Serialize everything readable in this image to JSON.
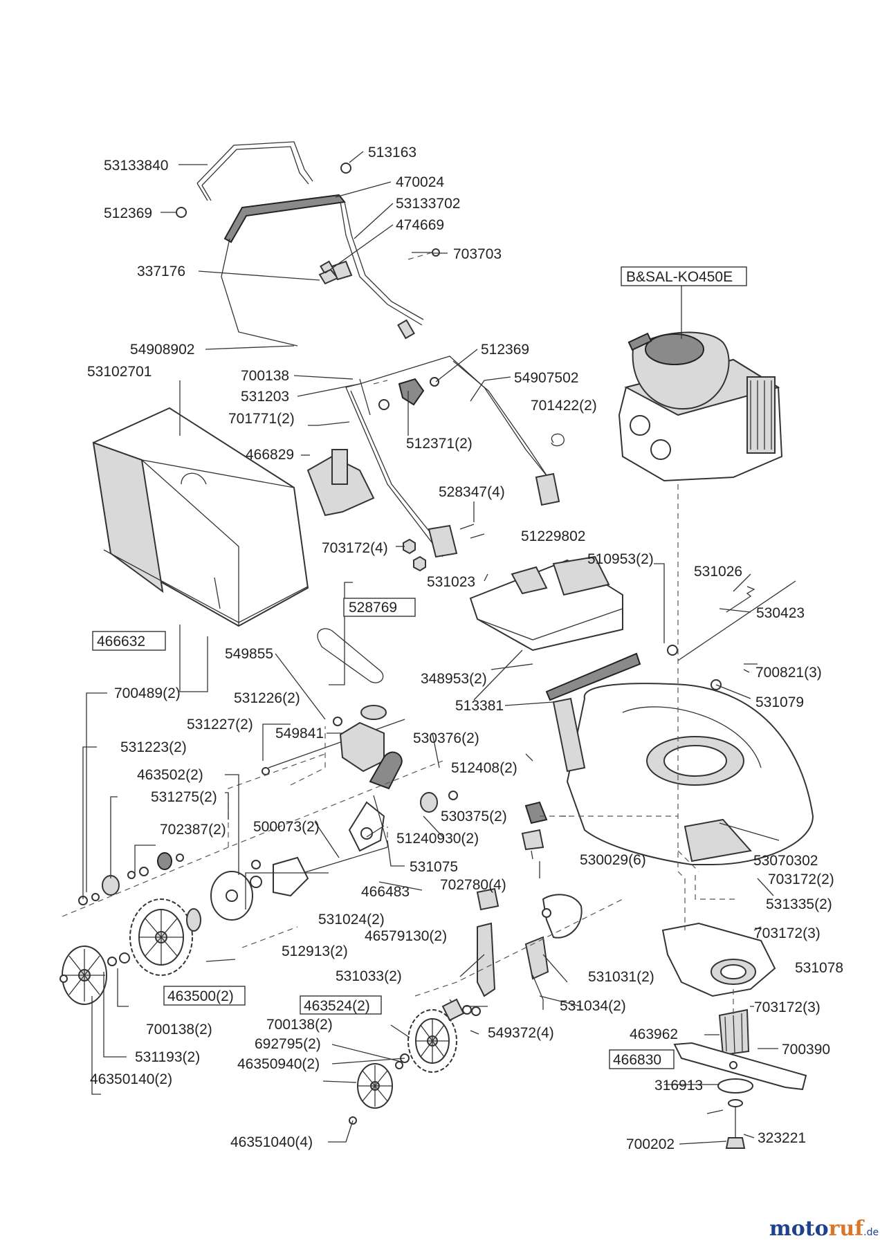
{
  "labels": {
    "l1": "53133840",
    "l2": "513163",
    "l3": "470024",
    "l4": "512369",
    "l5": "53133702",
    "l6": "474669",
    "l7": "703703",
    "l8": "337176",
    "l9": "B&SAL-KO450E",
    "l10": "54908902",
    "l11": "512369",
    "l12": "53102701",
    "l13": "700138",
    "l14": "54907502",
    "l15": "531203",
    "l16": "701422(2)",
    "l17": "701771(2)",
    "l18": "512371(2)",
    "l19": "466829",
    "l20": "528347(4)",
    "l21": "51229802",
    "l22": "703172(4)",
    "l23": "510953(2)",
    "l24": "531023",
    "l25": "531026",
    "l26": "528769",
    "l27": "530423",
    "l28": "466632",
    "l29": "549855",
    "l30": "700821(3)",
    "l31": "348953(2)",
    "l32": "700489(2)",
    "l33": "531079",
    "l34": "531226(2)",
    "l35": "513381",
    "l36": "531227(2)",
    "l37": "549841",
    "l38": "530376(2)",
    "l39": "531223(2)",
    "l40": "463502(2)",
    "l41": "512408(2)",
    "l42": "531275(2)",
    "l43": "500073(2)",
    "l44": "530375(2)",
    "l45": "702387(2)",
    "l46": "51240930(2)",
    "l47": "530029(6)",
    "l48": "531075",
    "l49": "53070302",
    "l50": "703172(2)",
    "l51": "702780(4)",
    "l52": "466483",
    "l53": "531335(2)",
    "l54": "531024(2)",
    "l55": "46579130(2)",
    "l56": "703172(3)",
    "l57": "512913(2)",
    "l58": "531078",
    "l59": "531031(2)",
    "l60": "531033(2)",
    "l61": "463500(2)",
    "l62": "463524(2)",
    "l63": "531034(2)",
    "l64": "703172(3)",
    "l65": "700138(2)",
    "l66": "700138(2)",
    "l67": "549372(4)",
    "l68": "463962",
    "l69": "692795(2)",
    "l70": "700390",
    "l71": "531193(2)",
    "l72": "46350940(2)",
    "l73": "466830",
    "l74": "46350140(2)",
    "l75": "316913",
    "l76": "46351040(4)",
    "l77": "700202",
    "l78": "323221"
  },
  "watermark": {
    "brand_a": "moto",
    "brand_b": "ruf",
    "suffix": ".de"
  },
  "colors": {
    "brand_blue": "#1f3f8f",
    "brand_orange": "#d9762b"
  }
}
